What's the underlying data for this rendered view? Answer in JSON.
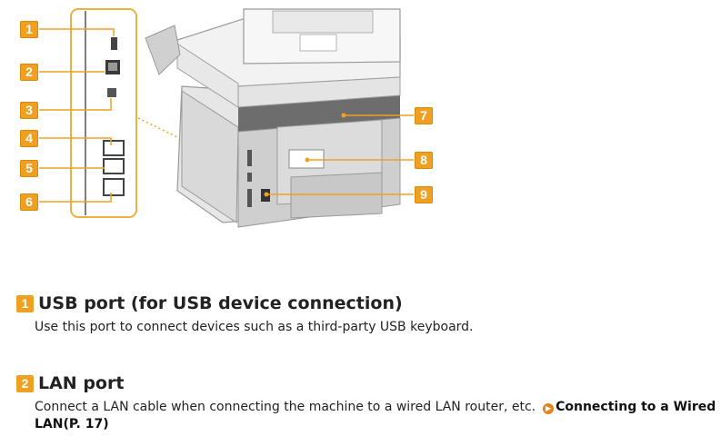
{
  "callouts": [
    "1",
    "2",
    "3",
    "4",
    "5",
    "6",
    "7",
    "8",
    "9"
  ],
  "sections": [
    {
      "number": "1",
      "title": "USB port (for USB device connection)",
      "body": "Use this port to connect devices such as a third-party USB keyboard."
    },
    {
      "number": "2",
      "title": "LAN port",
      "body": "Connect a LAN cable when connecting the machine to a wired LAN router, etc.",
      "link_text": "Connecting to a Wired LAN(P. 17)"
    }
  ],
  "colors": {
    "callout": "#f0a020",
    "link_arrow": "#e8821a"
  }
}
